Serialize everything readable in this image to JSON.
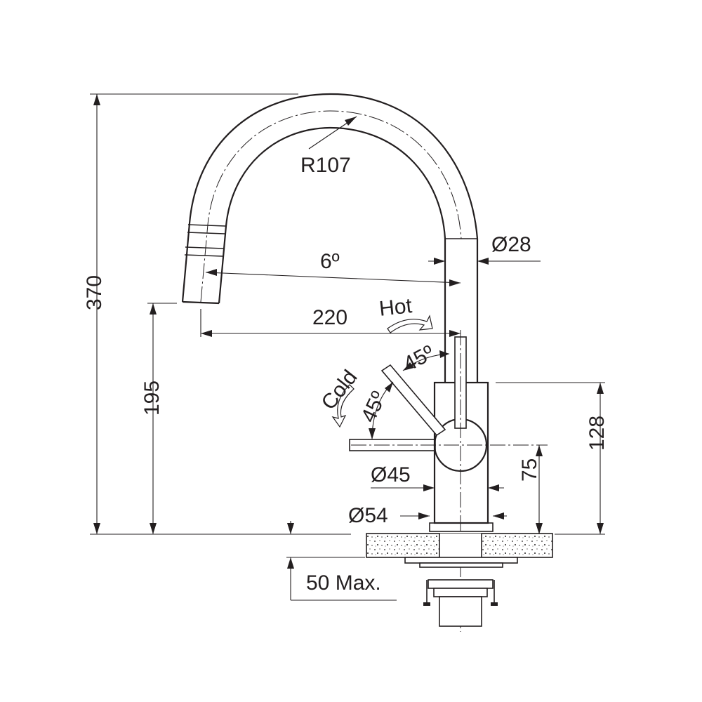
{
  "labels": {
    "radius": "R107",
    "spout_diameter": "Ø28",
    "angle_spout": "6º",
    "reach": "220",
    "hot": "Hot",
    "cold": "Cold",
    "angle_hot": "45º",
    "angle_cold": "45º",
    "total_height": "370",
    "spout_height": "195",
    "body_height": "128",
    "lever_height": "75",
    "body_diameter": "Ø45",
    "base_diameter": "Ø54",
    "worktop_thickness": "50 Max."
  },
  "colors": {
    "ink": "#231f20",
    "background": "#ffffff"
  }
}
